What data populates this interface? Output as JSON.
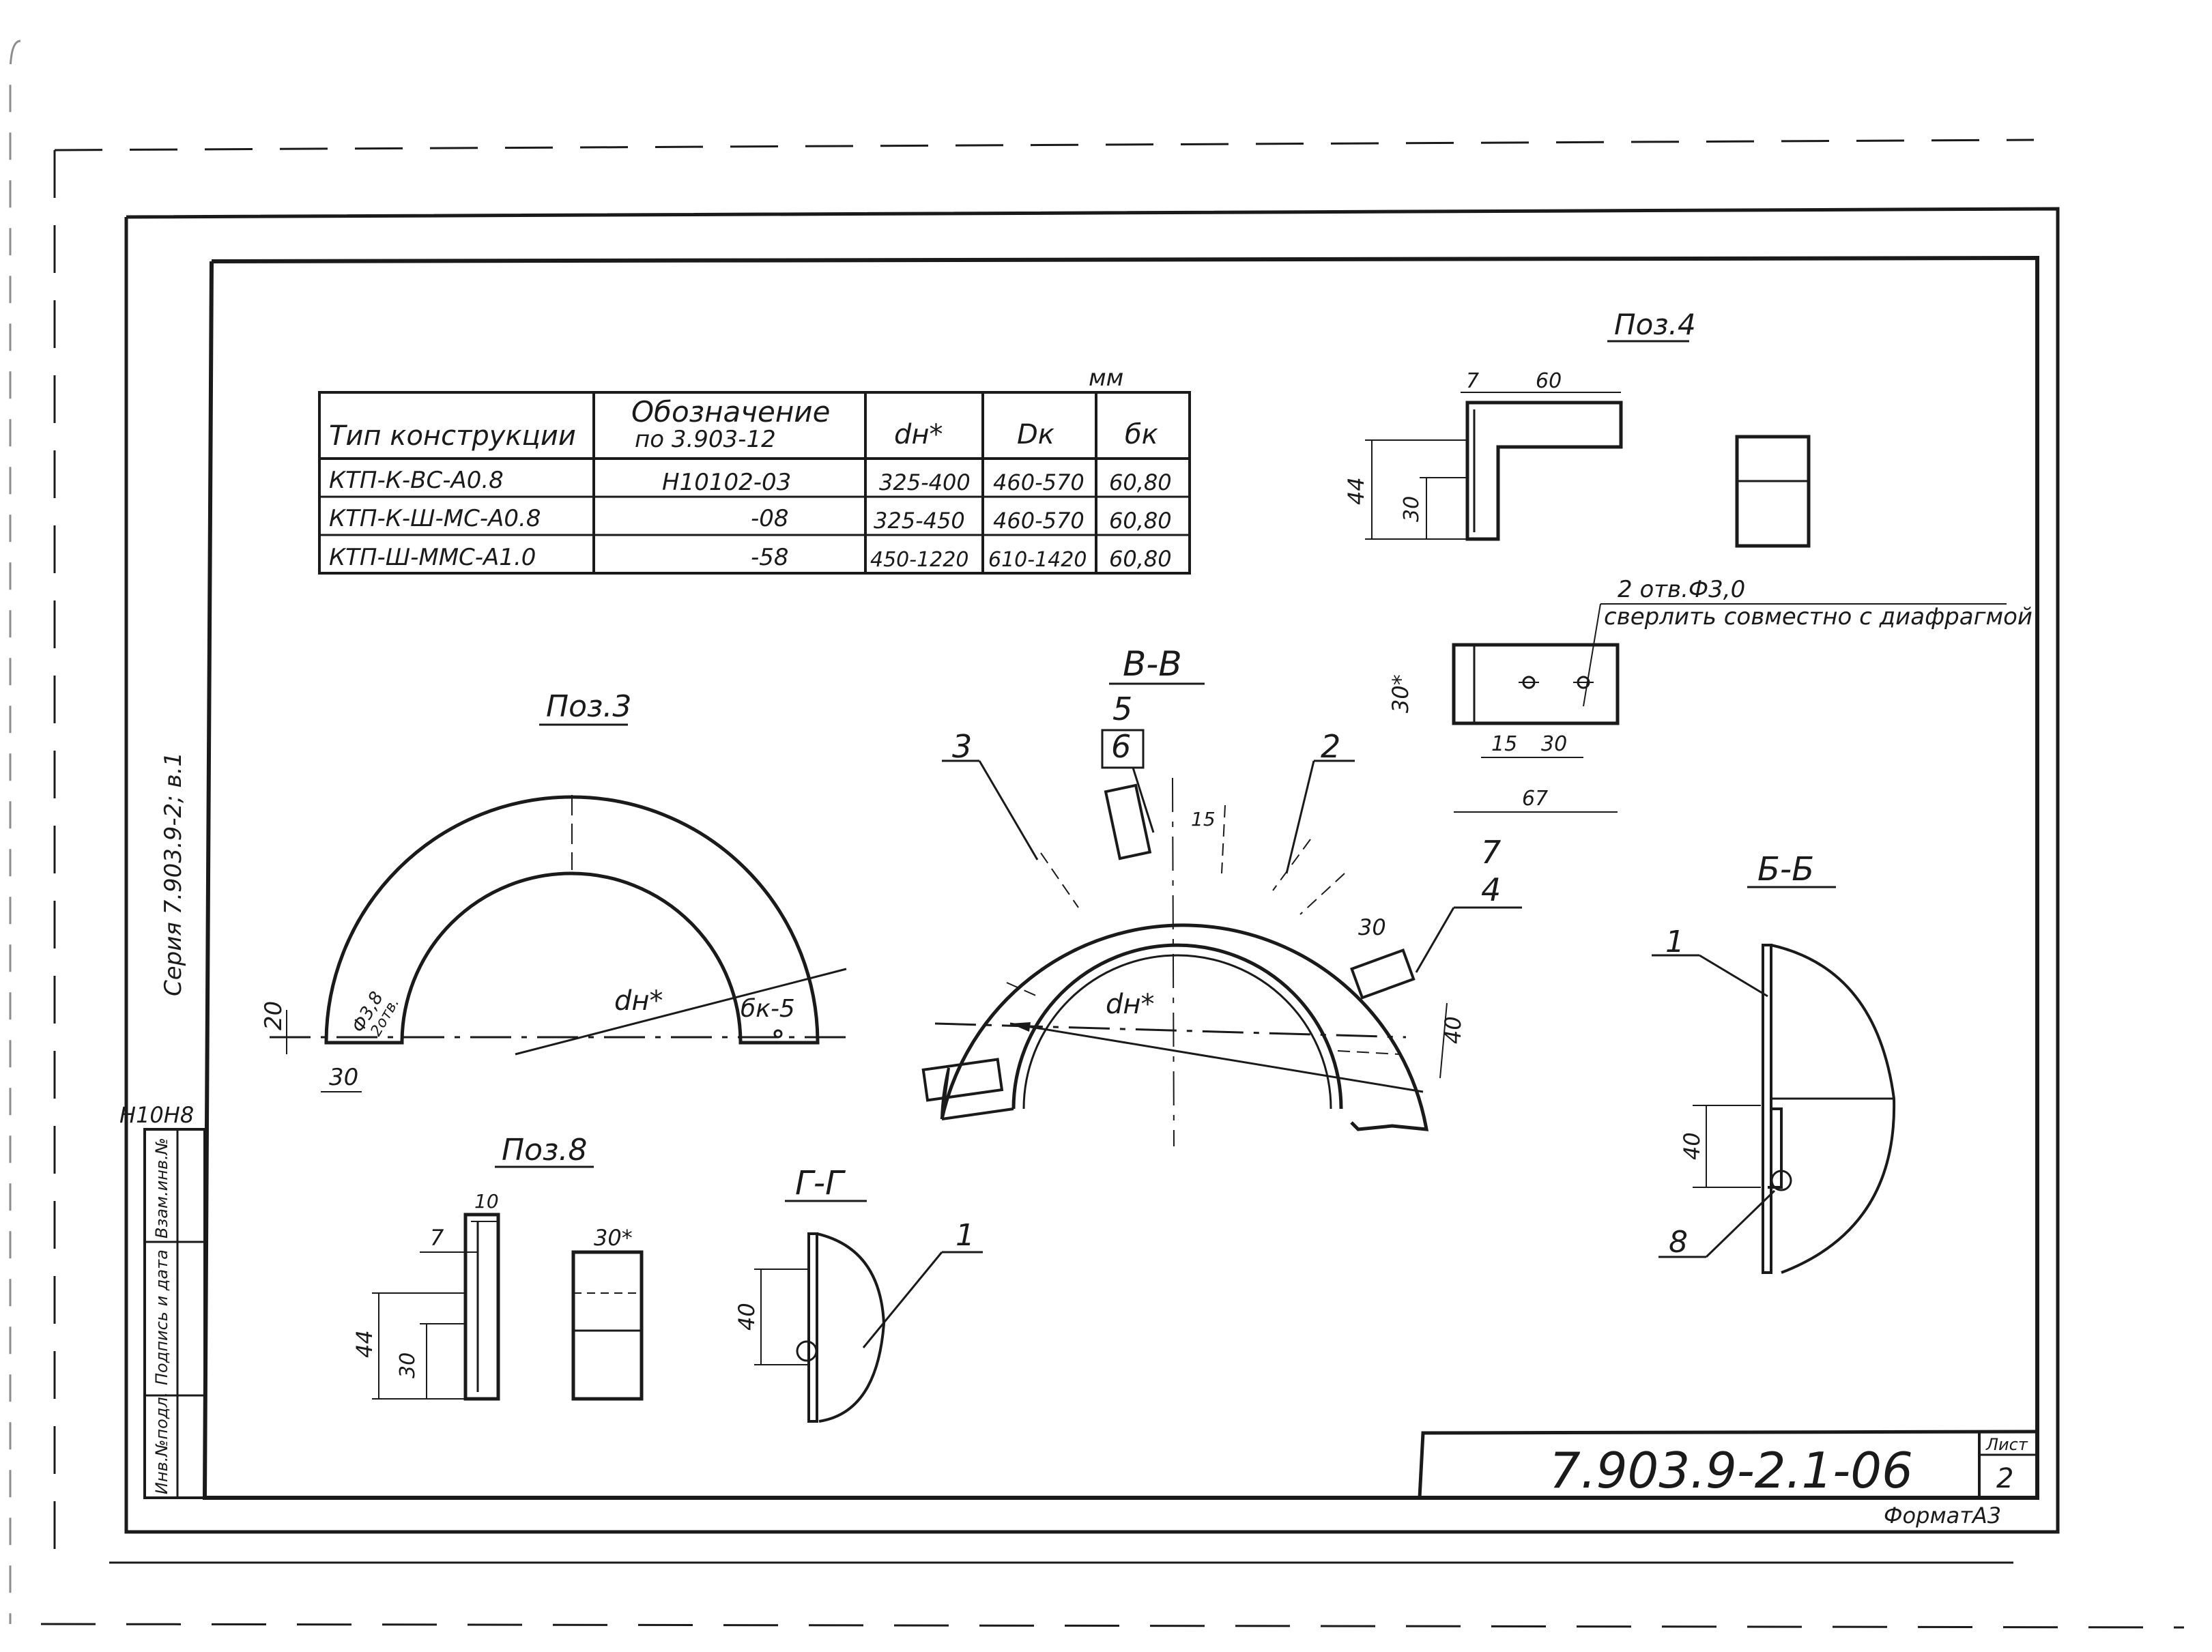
{
  "table": {
    "unit": "мм",
    "headers": {
      "type": "Тип конструкции",
      "designation_line1": "Обозначение",
      "designation_line2": "по 3.903-12",
      "dn": "dн*",
      "dk": "Dк",
      "bk": "бк"
    },
    "rows": [
      {
        "type": "КТП-К-ВС-А0.8",
        "designation": "Н10102-03",
        "dn": "325-400",
        "dk": "460-570",
        "bk": "60,80"
      },
      {
        "type": "КТП-К-Ш-МС-А0.8",
        "designation": "-08",
        "dn": "325-450",
        "dk": "460-570",
        "bk": "60,80"
      },
      {
        "type": "КТП-Ш-ММС-А1.0",
        "designation": "-58",
        "dn": "450-1220",
        "dk": "610-1420",
        "bk": "60,80"
      }
    ]
  },
  "views": {
    "pos3": {
      "title": "Поз.3",
      "dim_20": "20",
      "dim_30": "30",
      "hole": "Ф3,8",
      "hole2": "2отв.",
      "diameter": "dн*",
      "thickness": "бк-5"
    },
    "section_vv": {
      "title": "В-В",
      "callouts": [
        "3",
        "5",
        "6",
        "2",
        "7",
        "4"
      ],
      "dim_15": "15",
      "dim_30": "30",
      "dim_40": "40",
      "diameter": "dн*"
    },
    "pos4": {
      "title": "Поз.4",
      "dim_7": "7",
      "dim_60": "60",
      "dim_44": "44",
      "dim_30": "30",
      "holes_note1": "2 отв.Ф3,0",
      "holes_note2": "сверлить совместно с диафрагмой",
      "dim_30s": "30*",
      "dim_15": "15",
      "dim_30b": "30",
      "dim_67": "67"
    },
    "section_bb": {
      "title": "Б-Б",
      "callout_1": "1",
      "callout_8": "8",
      "dim_40": "40"
    },
    "pos8": {
      "title": "Поз.8",
      "dim_10": "10",
      "dim_7": "7",
      "dim_44": "44",
      "dim_30": "30",
      "dim_30s": "30*"
    },
    "section_gg": {
      "title": "Г-Г",
      "callout_1": "1",
      "dim_40": "40"
    }
  },
  "title_block": {
    "document_number": "7.903.9-2.1-06",
    "sheet_label": "Лист",
    "sheet_number": "2",
    "format": "ФорматА3",
    "series": "Серия 7.903.9-2; в.1",
    "left_code": "Н10Н8",
    "stamps": [
      "Взам.инв.№",
      "Подпись и дата",
      "Инв.№подл."
    ]
  }
}
